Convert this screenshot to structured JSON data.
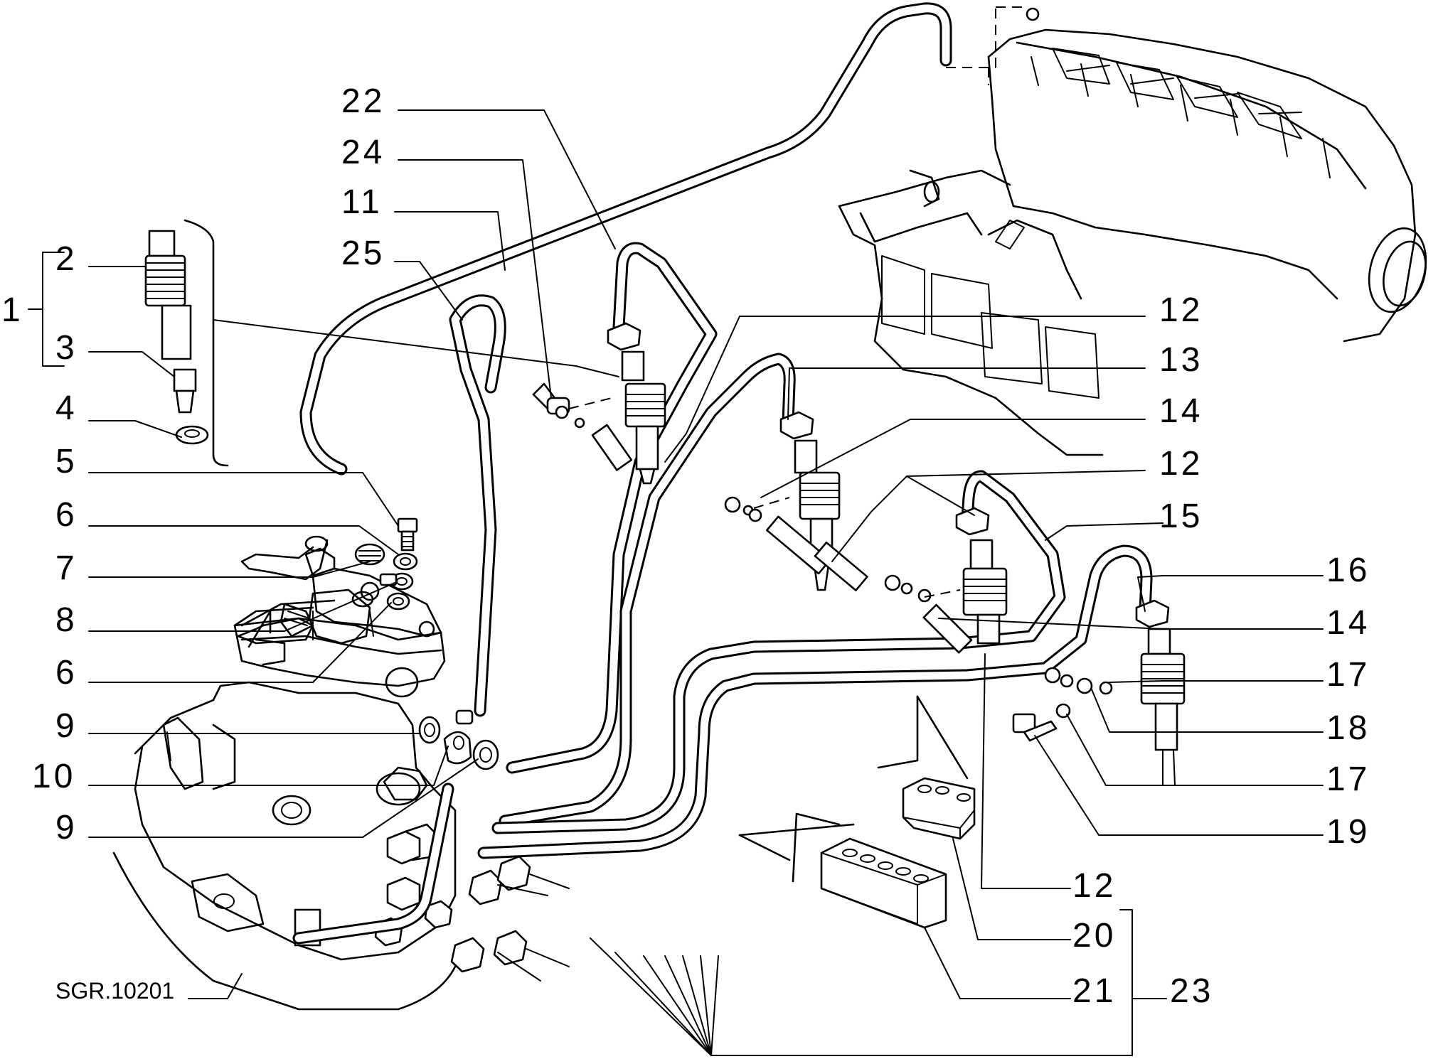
{
  "drawing_code": "SGR.10201",
  "callouts": {
    "c1": "1",
    "c2": "2",
    "c3": "3",
    "c4": "4",
    "c5": "5",
    "c6a": "6",
    "c7": "7",
    "c8": "8",
    "c6b": "6",
    "c9a": "9",
    "c10": "10",
    "c9b": "9",
    "c22": "22",
    "c24": "24",
    "c11": "11",
    "c25": "25",
    "c12a": "12",
    "c13": "13",
    "c14a": "14",
    "c12b": "12",
    "c15": "15",
    "c16": "16",
    "c14b": "14",
    "c17a": "17",
    "c18": "18",
    "c17b": "17",
    "c19": "19",
    "c12c": "12",
    "c20": "20",
    "c21": "21",
    "c23": "23"
  }
}
